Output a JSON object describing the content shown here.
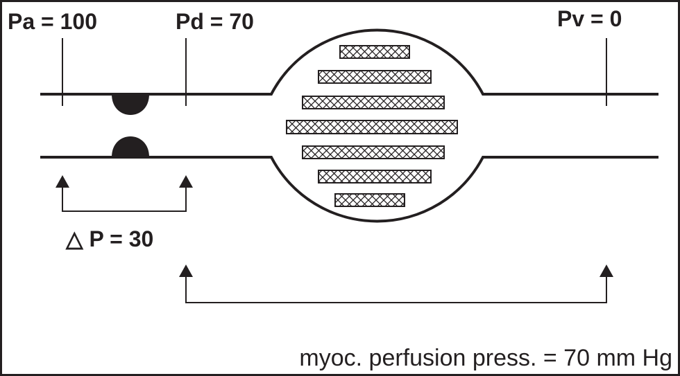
{
  "labels": {
    "pa": "Pa = 100",
    "pd": "Pd = 70",
    "pv": "Pv = 0",
    "delta_p": "△ P = 30",
    "perfusion": "myoc. perfusion press. = 70 mm Hg"
  },
  "colors": {
    "ink": "#231f20",
    "background": "#ffffff"
  }
}
